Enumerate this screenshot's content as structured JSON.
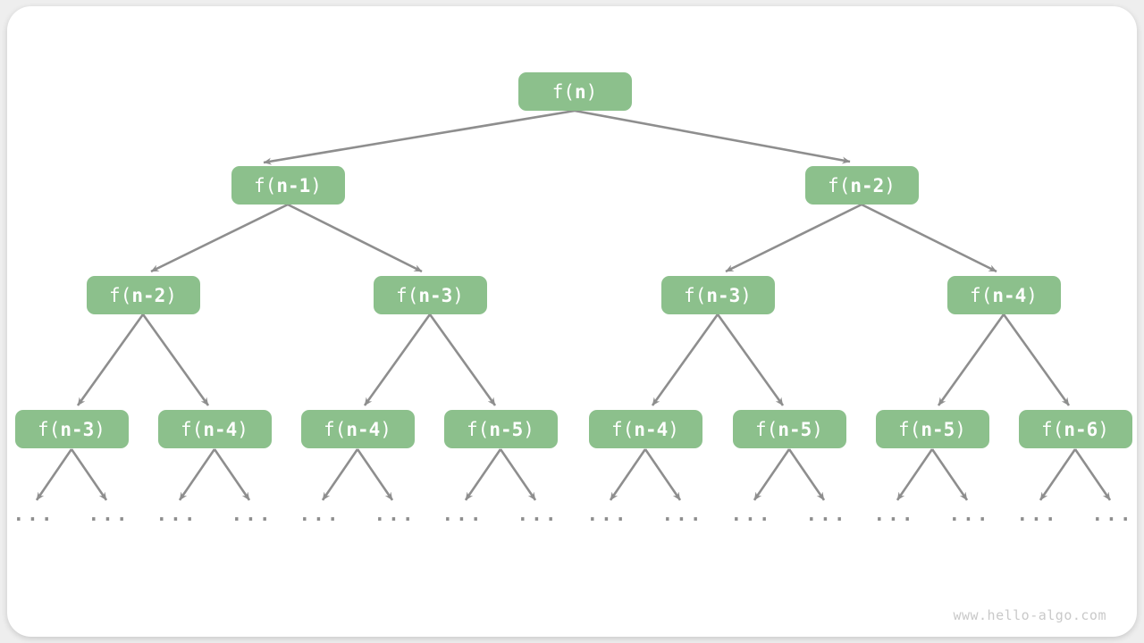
{
  "watermark": "www.hello-algo.com",
  "ellipsis": "...",
  "colors": {
    "page_bg": "#eeeeee",
    "card_bg": "#ffffff",
    "node_fill": "#8cc08c",
    "node_text": "#ffffff",
    "edge": "#8e8e8e",
    "watermark_text": "#c9c9c9"
  },
  "nodes": [
    {
      "prefix": "f(",
      "arg": "n",
      "suffix": ")"
    },
    {
      "prefix": "f(",
      "arg": "n-1",
      "suffix": ")"
    },
    {
      "prefix": "f(",
      "arg": "n-2",
      "suffix": ")"
    },
    {
      "prefix": "f(",
      "arg": "n-2",
      "suffix": ")"
    },
    {
      "prefix": "f(",
      "arg": "n-3",
      "suffix": ")"
    },
    {
      "prefix": "f(",
      "arg": "n-3",
      "suffix": ")"
    },
    {
      "prefix": "f(",
      "arg": "n-4",
      "suffix": ")"
    },
    {
      "prefix": "f(",
      "arg": "n-3",
      "suffix": ")"
    },
    {
      "prefix": "f(",
      "arg": "n-4",
      "suffix": ")"
    },
    {
      "prefix": "f(",
      "arg": "n-4",
      "suffix": ")"
    },
    {
      "prefix": "f(",
      "arg": "n-5",
      "suffix": ")"
    },
    {
      "prefix": "f(",
      "arg": "n-4",
      "suffix": ")"
    },
    {
      "prefix": "f(",
      "arg": "n-5",
      "suffix": ")"
    },
    {
      "prefix": "f(",
      "arg": "n-5",
      "suffix": ")"
    },
    {
      "prefix": "f(",
      "arg": "n-6",
      "suffix": ")"
    }
  ]
}
